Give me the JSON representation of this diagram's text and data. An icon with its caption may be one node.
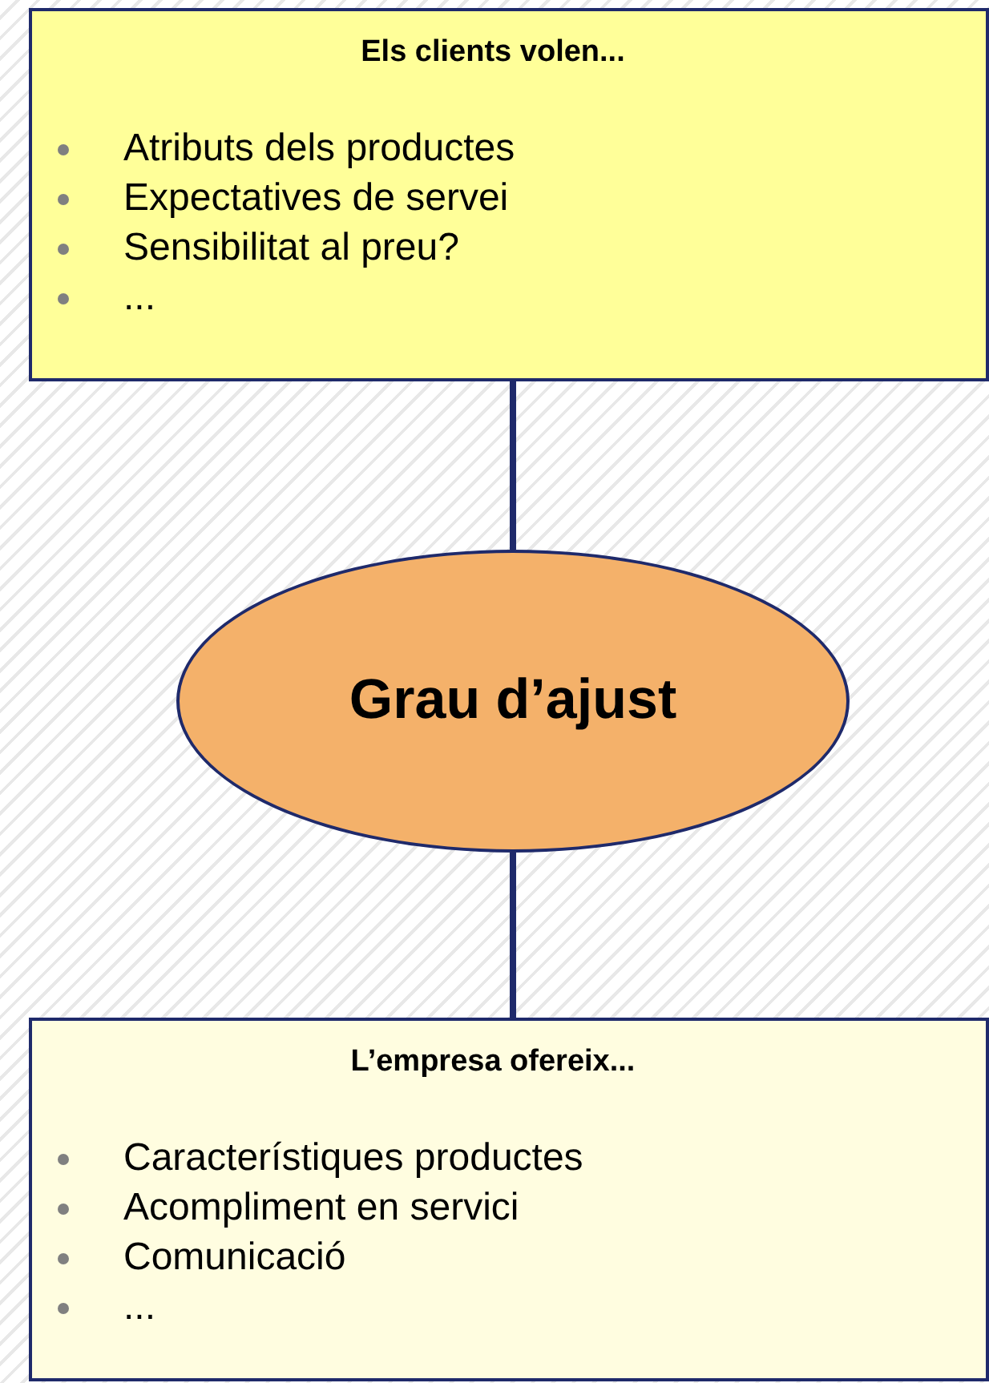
{
  "diagram": {
    "nodes": [
      {
        "text": [
          "Els clients volen...",
          "Atributs dels productes",
          "Expectatives de servei",
          "Sensibilitat al preu?",
          "..."
        ]
      },
      {
        "text": [
          "Grau d’ajust"
        ]
      },
      {
        "text": [
          "L’empresa ofereix...",
          "Característiques productes",
          "Acompliment en servici",
          "Comunicació",
          "..."
        ]
      }
    ],
    "edges": [
      {
        "from": 0,
        "to": 1,
        "arrow": "none"
      },
      {
        "from": 1,
        "to": 2,
        "arrow": "none"
      }
    ]
  }
}
